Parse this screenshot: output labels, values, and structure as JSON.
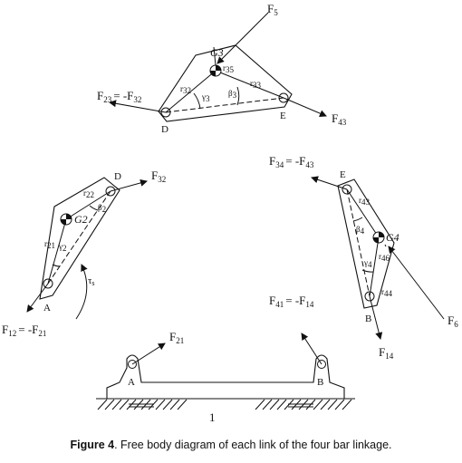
{
  "caption": {
    "figure_label": "Figure 4",
    "text": ". Free body diagram of each link of the four bar linkage."
  },
  "labels": {
    "F5": {
      "main": "F",
      "sub": "5"
    },
    "G3": "G3",
    "r35": {
      "main": "r",
      "sub": "35"
    },
    "r32": {
      "main": "r",
      "sub": "32"
    },
    "r33": {
      "main": "r",
      "sub": "33"
    },
    "gamma3": {
      "main": "γ",
      "sub": "3"
    },
    "beta3": {
      "main": "β",
      "sub": "3"
    },
    "F23": {
      "main": "F",
      "sub": "23",
      "rest": "= -F",
      "sub2": "32"
    },
    "F43": {
      "main": "F",
      "sub": "43"
    },
    "D_top": "D",
    "E_top": "E",
    "D_left": "D",
    "F32": {
      "main": "F",
      "sub": "32"
    },
    "r22": {
      "main": "r",
      "sub": "22"
    },
    "beta2": {
      "main": "β",
      "sub": "2"
    },
    "G2": "G2",
    "r21": {
      "main": "r",
      "sub": "21"
    },
    "gamma2": {
      "main": "γ",
      "sub": "2"
    },
    "tau": {
      "main": "τ",
      "sub": "s"
    },
    "A_left": "A",
    "F12": {
      "main": "F",
      "sub": "12",
      "rest": "= -F",
      "sub2": "21"
    },
    "F34": {
      "main": "F",
      "sub": "34",
      "rest": "= -F",
      "sub2": "43"
    },
    "E_right": "E",
    "r43": {
      "main": "r",
      "sub": "43"
    },
    "beta4": {
      "main": "β",
      "sub": "4"
    },
    "G4": "G4",
    "r46": {
      "main": "r",
      "sub": "46"
    },
    "gamma4": {
      "main": "γ",
      "sub": "4"
    },
    "r44": {
      "main": "r",
      "sub": "44"
    },
    "B_right": "B",
    "F6": {
      "main": "F",
      "sub": "6"
    },
    "F14": {
      "main": "F",
      "sub": "14"
    },
    "F41": {
      "main": "F",
      "sub": "41",
      "rest": "= -F",
      "sub2": "14"
    },
    "F21": {
      "main": "F",
      "sub": "21"
    },
    "A_ground": "A",
    "B_ground": "B",
    "ground_id": "1"
  }
}
